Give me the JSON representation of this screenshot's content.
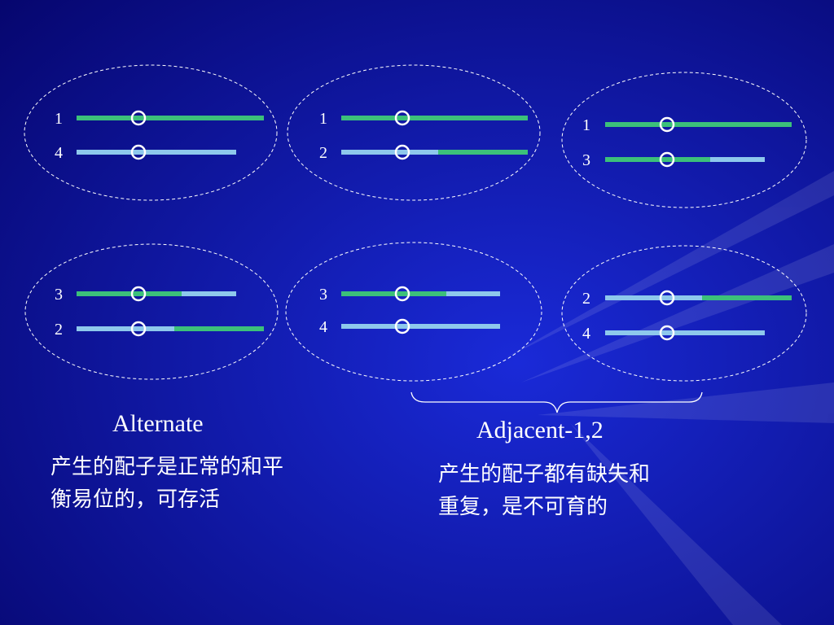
{
  "colors": {
    "background_center": "#1a2ad8",
    "background_edge": "#06066e",
    "green": "#3cc07a",
    "blue": "#8ec8ec",
    "circle": "#ffffff",
    "ellipse": "#ffffff"
  },
  "cells": [
    {
      "pair": [
        {
          "label": "1",
          "segments": [
            "green"
          ]
        },
        {
          "label": "4",
          "segments": [
            "blue"
          ]
        }
      ]
    },
    {
      "pair": [
        {
          "label": "1",
          "segments": [
            "green"
          ]
        },
        {
          "label": "2",
          "segments": [
            "blue",
            "green"
          ]
        }
      ]
    },
    {
      "pair": [
        {
          "label": "1",
          "segments": [
            "green"
          ]
        },
        {
          "label": "3",
          "segments": [
            "green",
            "blue"
          ]
        }
      ]
    },
    {
      "pair": [
        {
          "label": "3",
          "segments": [
            "green",
            "blue"
          ]
        },
        {
          "label": "2",
          "segments": [
            "blue",
            "green"
          ]
        }
      ]
    },
    {
      "pair": [
        {
          "label": "3",
          "segments": [
            "green",
            "blue"
          ]
        },
        {
          "label": "4",
          "segments": [
            "blue"
          ]
        }
      ]
    },
    {
      "pair": [
        {
          "label": "2",
          "segments": [
            "blue",
            "green"
          ]
        },
        {
          "label": "4",
          "segments": [
            "blue"
          ]
        }
      ]
    }
  ],
  "alternate": {
    "title": "Alternate",
    "description": "产生的配子是正常的和平衡易位的，可存活"
  },
  "adjacent": {
    "title": "Adjacent-1,2",
    "description": "产生的配子都有缺失和重复，是不可育的"
  }
}
